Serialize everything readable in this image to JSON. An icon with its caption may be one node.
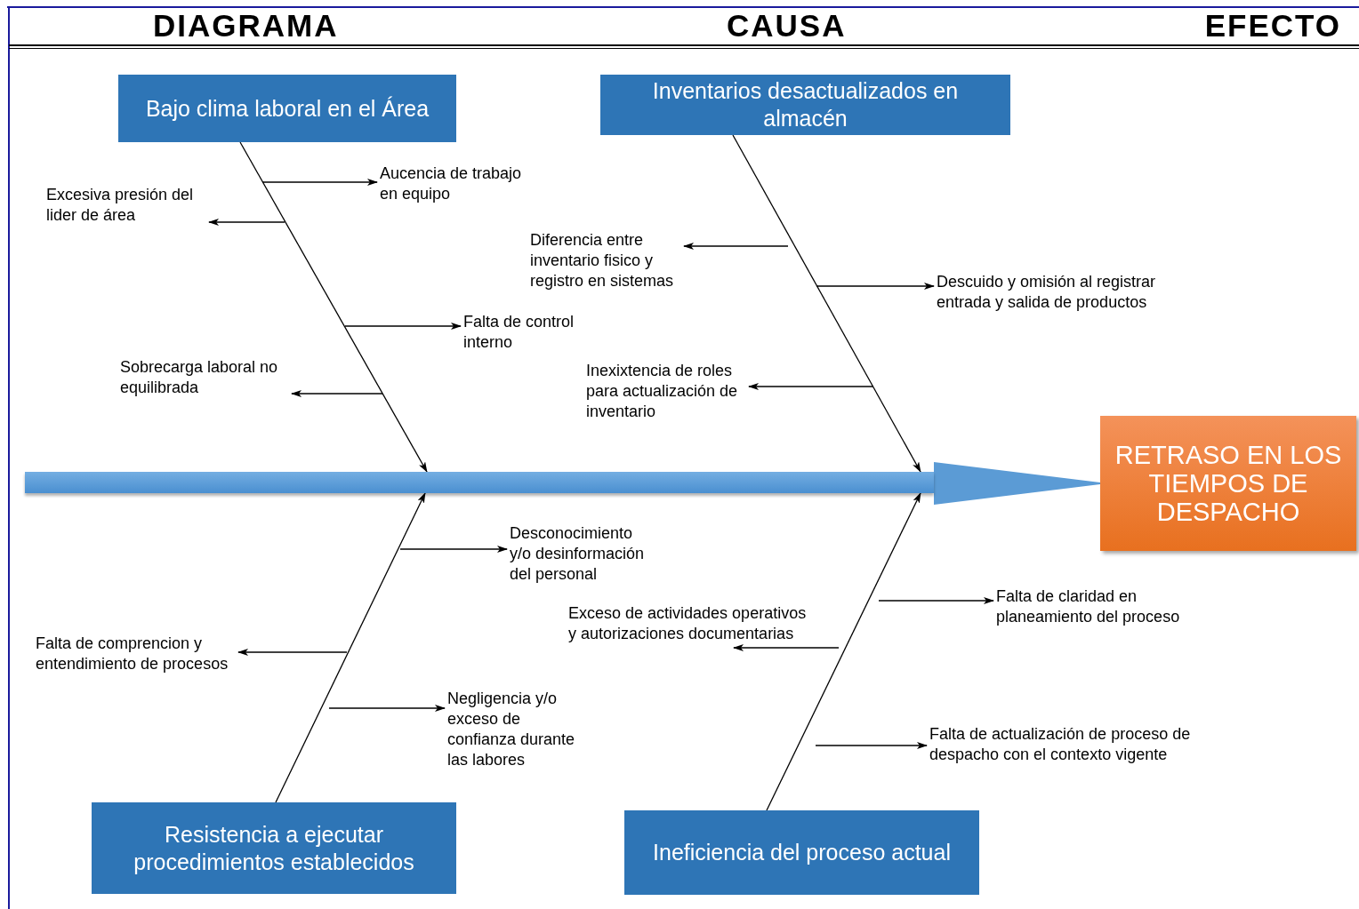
{
  "diagram": {
    "nodes": [
      {
        "text": [
          "Bajo clima laboral en el Área"
        ]
      },
      {
        "text": [
          "Inventarios desactualizados en almacén"
        ]
      },
      {
        "text": [
          "RETRASO EN LOS TIEMPOS DE DESPACHO"
        ]
      },
      {
        "text": [
          "Resistencia a ejecutar procedimientos establecidos"
        ]
      },
      {
        "text": [
          "Ineficiencia del proceso actual"
        ]
      },
      {
        "text": [
          "Aucencia de trabajo en equipo"
        ]
      },
      {
        "text": [
          "Excesiva presión del lider de área"
        ]
      },
      {
        "text": [
          "Falta de control interno"
        ]
      },
      {
        "text": [
          "Sobrecarga laboral no equilibrada"
        ]
      },
      {
        "text": [
          "Diferencia entre inventario fisico y registro en sistemas"
        ]
      },
      {
        "text": [
          "Descuido y omisión al registrar entrada y salida de productos"
        ]
      },
      {
        "text": [
          "Inexixtencia de roles para actualización de inventario"
        ]
      },
      {
        "text": [
          "Desconocimiento y/o desinformación del personal"
        ]
      },
      {
        "text": [
          "Falta de comprencion y entendimiento de procesos"
        ]
      },
      {
        "text": [
          "Negligencia y/o exceso de confianza durante las labores"
        ]
      },
      {
        "text": [
          "Falta de claridad en planeamiento del proceso"
        ]
      },
      {
        "text": [
          "Exceso de actividades operativos y autorizaciones documentarias"
        ]
      },
      {
        "text": [
          "Falta de actualización de proceso de despacho con el contexto vigente"
        ]
      },
      {
        "text": [],
        "shape": "bar"
      }
    ],
    "edges": [
      {
        "from": 0,
        "to": 18,
        "arrow": "to"
      },
      {
        "from": 1,
        "to": 18,
        "arrow": "to"
      },
      {
        "from": 3,
        "to": 18,
        "arrow": "to"
      },
      {
        "from": 4,
        "to": 18,
        "arrow": "to"
      },
      {
        "from": 18,
        "to": 2,
        "arrow": "to",
        "style": "thick",
        "color": "#5b9bd5"
      },
      {
        "from": null,
        "to": 5,
        "arrow": "to"
      },
      {
        "from": null,
        "to": 6,
        "arrow": "to"
      },
      {
        "from": null,
        "to": 7,
        "arrow": "to"
      },
      {
        "from": null,
        "to": 8,
        "arrow": "to"
      },
      {
        "from": null,
        "to": 9,
        "arrow": "to"
      },
      {
        "from": null,
        "to": 10,
        "arrow": "to"
      },
      {
        "from": null,
        "to": 11,
        "arrow": "to"
      },
      {
        "from": null,
        "to": 12,
        "arrow": "to"
      },
      {
        "from": null,
        "to": 13,
        "arrow": "to"
      },
      {
        "from": null,
        "to": 14,
        "arrow": "to"
      },
      {
        "from": null,
        "to": 15,
        "arrow": "to"
      },
      {
        "from": null,
        "to": 16,
        "arrow": "to"
      },
      {
        "from": null,
        "to": 17,
        "arrow": "to"
      }
    ],
    "labels": [
      "DIAGRAMA",
      "CAUSA",
      "EFECTO"
    ]
  }
}
